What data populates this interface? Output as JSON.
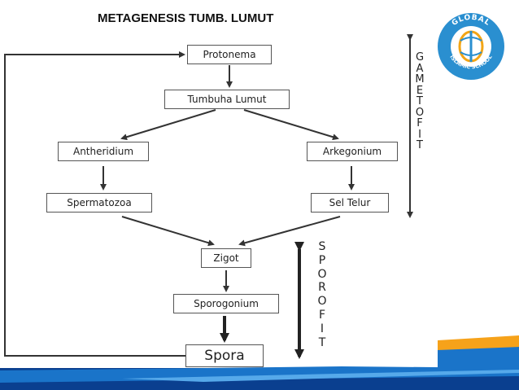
{
  "title": "METAGENESIS TUMB. LUMUT",
  "nodes": {
    "protonema": "Protonema",
    "tumbuhan_lumut": "Tumbuha Lumut",
    "antheridium": "Antheridium",
    "arkegonium": "Arkegonium",
    "spermatozoa": "Spermatozoa",
    "sel_telur": "Sel Telur",
    "zigot": "Zigot",
    "sporogonium": "Sporogonium",
    "spora": "Spora"
  },
  "phases": {
    "gametofit": [
      "G",
      "A",
      "M",
      "E",
      "T",
      "O",
      "F",
      "I",
      "T"
    ],
    "sporofit": [
      "S",
      "P",
      "O",
      "R",
      "O",
      "F",
      "I",
      "T"
    ]
  },
  "logo": {
    "text_top": "GLOBAL",
    "text_bottom": "ISLAMIC SCHOOL",
    "colors": {
      "ring": "#2a8fd0",
      "accent": "#f2a516"
    }
  },
  "footer_band_colors": [
    "#0a3f8f",
    "#1a74c9",
    "#56a9ea",
    "#f6a21a"
  ]
}
